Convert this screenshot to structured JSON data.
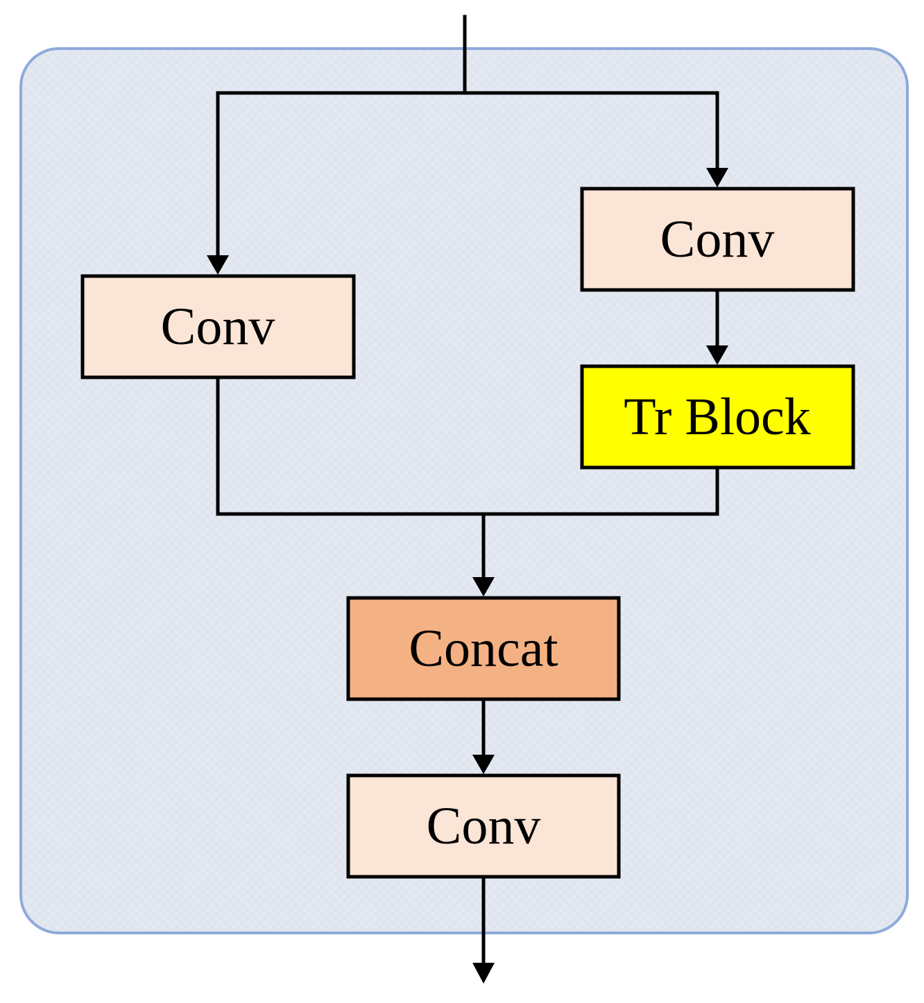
{
  "colors": {
    "container_fill": "#e3e8f1",
    "container_border": "#8eaadb",
    "conv_fill": "#fbe5d6",
    "tr_block_fill": "#ffff00",
    "concat_fill": "#f4b183",
    "stroke": "#000000"
  },
  "nodes": {
    "conv_left": {
      "label": "Conv"
    },
    "conv_right": {
      "label": "Conv"
    },
    "tr_block": {
      "label": "Tr Block"
    },
    "concat": {
      "label": "Concat"
    },
    "conv_bottom": {
      "label": "Conv"
    }
  }
}
